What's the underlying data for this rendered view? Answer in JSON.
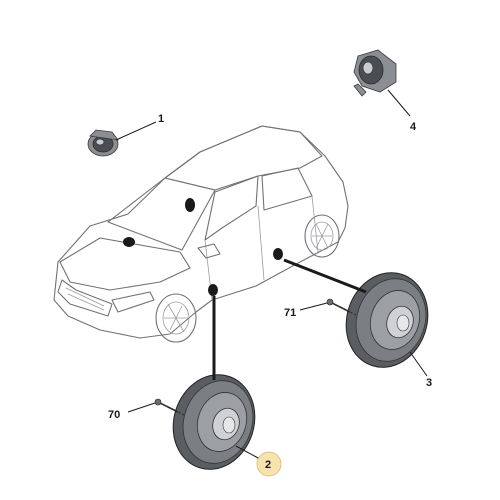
{
  "callouts": [
    {
      "id": "1",
      "label": "1"
    },
    {
      "id": "2",
      "label": "2"
    },
    {
      "id": "3",
      "label": "3"
    },
    {
      "id": "4",
      "label": "4"
    },
    {
      "id": "70",
      "label": "70"
    },
    {
      "id": "71",
      "label": "71"
    }
  ],
  "colors": {
    "highlight_badge": "#f7e3b0",
    "line": "#1a1a1a",
    "car_outline": "#6f7276"
  }
}
